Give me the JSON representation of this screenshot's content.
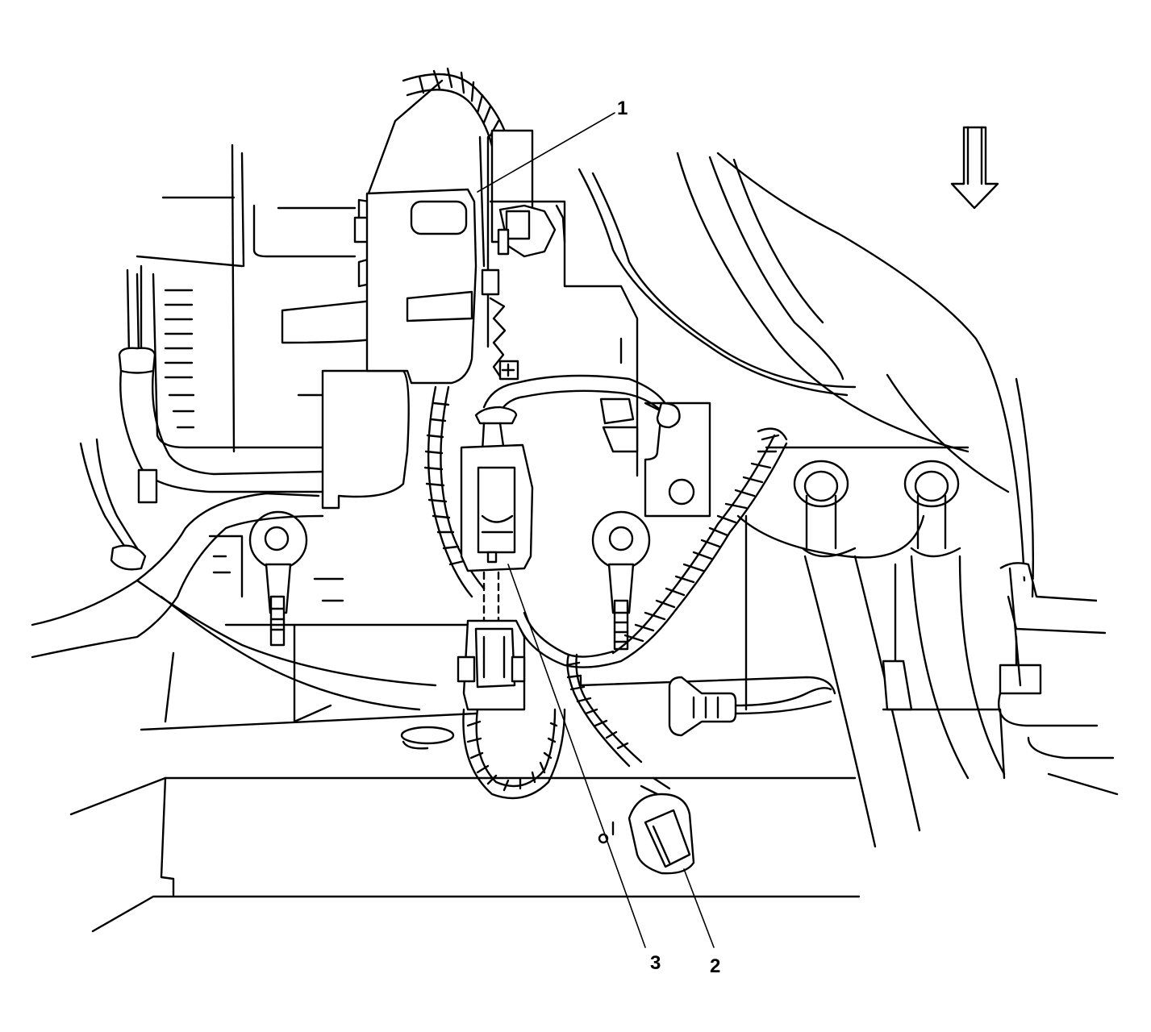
{
  "diagram": {
    "callouts": [
      {
        "id": "1",
        "label": "1"
      },
      {
        "id": "2",
        "label": "2"
      },
      {
        "id": "3",
        "label": "3"
      }
    ],
    "symbols": {
      "positive_terminal": "⊕",
      "view_direction_arrow": "arrow-down-icon"
    }
  }
}
